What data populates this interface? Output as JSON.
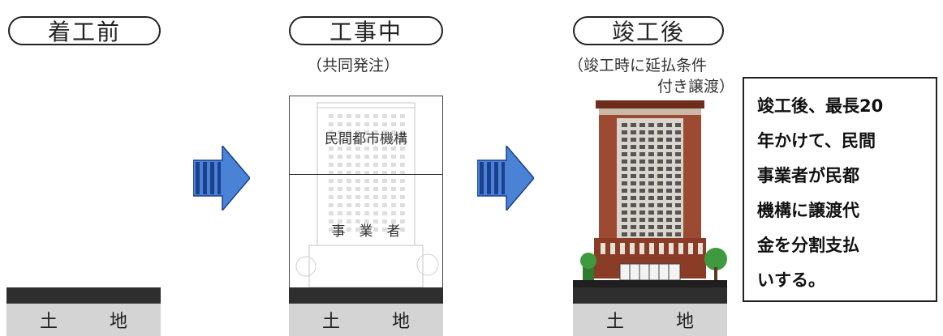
{
  "stages": [
    {
      "title": "着工前",
      "subtitle": null
    },
    {
      "title": "工事中",
      "subtitle": "（共同発注）"
    },
    {
      "title": "竣工後",
      "subtitle_line1": "（竣工時に延払条件",
      "subtitle_line2": "付き譲渡）"
    }
  ],
  "during": {
    "upper_label": "民間都市機構",
    "lower_label": "事　業　者"
  },
  "ground_label": {
    "char1": "土",
    "char2": "地"
  },
  "note": {
    "lines": [
      "竣工後、最長20",
      "年かけて、民間",
      "事業者が民都",
      "機構に譲渡代",
      "金を分割支払",
      "いする。"
    ]
  },
  "icons": [
    "arrow-right-icon",
    "building-icon",
    "tree-icon"
  ],
  "colors": {
    "arrow_fill": "#4a82d6",
    "arrow_stripe": "#1c3f8f",
    "building_brick": "#9c4a32",
    "building_brick_dark": "#6e2c1c",
    "window_grey": "#8a8a8a",
    "tree_green": "#3f9a3f",
    "ground_dark": "#2e2e2e",
    "ground_light": "#d4d4d4"
  }
}
